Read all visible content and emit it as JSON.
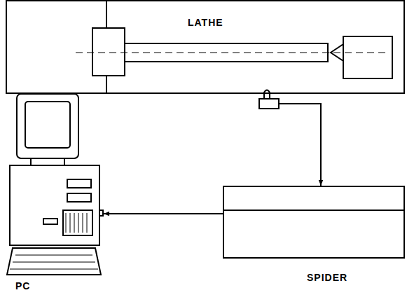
{
  "diagram": {
    "nodes": [
      {
        "text": [
          "LATHE"
        ]
      },
      {
        "text": [
          "SPIDER"
        ]
      },
      {
        "text": [
          "PC"
        ]
      }
    ],
    "edges": [
      {
        "from": 0,
        "to": 1,
        "arrow": "to"
      },
      {
        "from": 1,
        "to": 2,
        "arrow": "to"
      }
    ]
  }
}
